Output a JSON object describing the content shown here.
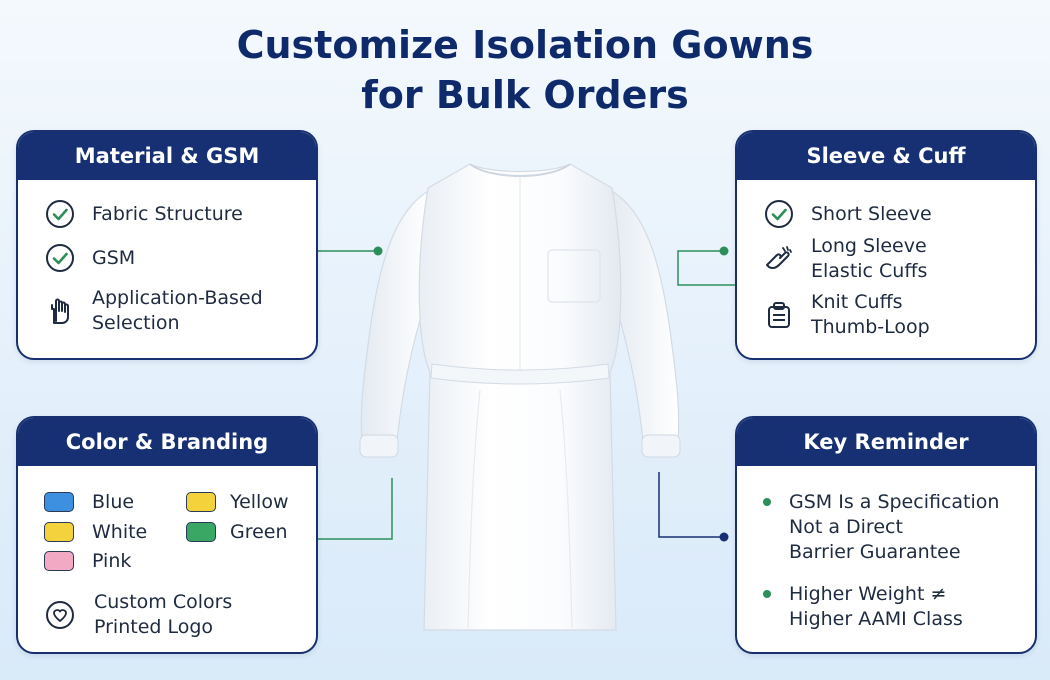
{
  "title_line1": "Customize Isolation Gowns",
  "title_line2": "for Bulk Orders",
  "material": {
    "heading": "Material & GSM",
    "items": [
      {
        "icon": "check-circle-icon",
        "label": "Fabric Structure"
      },
      {
        "icon": "check-circle-icon",
        "label": "GSM"
      },
      {
        "icon": "hand-selection-icon",
        "label_line1": "Application-Based",
        "label_line2": "Selection"
      }
    ]
  },
  "sleeve": {
    "heading": "Sleeve & Cuff",
    "items": [
      {
        "icon": "check-circle-icon",
        "label": "Short Sleeve"
      },
      {
        "icon": "elastic-cuff-icon",
        "label_line1": "Long Sleeve",
        "label_line2": "Elastic Cuffs"
      },
      {
        "icon": "clipboard-icon",
        "label_line1": "Knit Cuffs",
        "label_line2": "Thumb-Loop"
      }
    ]
  },
  "color": {
    "heading": "Color & Branding",
    "swatches": [
      {
        "label": "Blue",
        "color": "#3d8fe0"
      },
      {
        "label": "Yellow",
        "color": "#f4d23c"
      },
      {
        "label": "White",
        "color": "#f4d23c"
      },
      {
        "label": "Green",
        "color": "#3aa765"
      },
      {
        "label": "Pink",
        "color": "#f2a9c3"
      }
    ],
    "custom_line1": "Custom Colors",
    "custom_line2": "Printed Logo",
    "custom_icon": "heart-circle-icon"
  },
  "reminder": {
    "heading": "Key Reminder",
    "points": [
      {
        "line1": "GSM Is a Specification",
        "line2": "Not a Direct",
        "line3": "Barrier Guarantee"
      },
      {
        "line1": "Higher Weight ≠",
        "line2": "Higher AAMI Class"
      }
    ]
  },
  "colors": {
    "navy": "#163073",
    "green_accent": "#2c8f5a",
    "blue_accent": "#163073"
  }
}
